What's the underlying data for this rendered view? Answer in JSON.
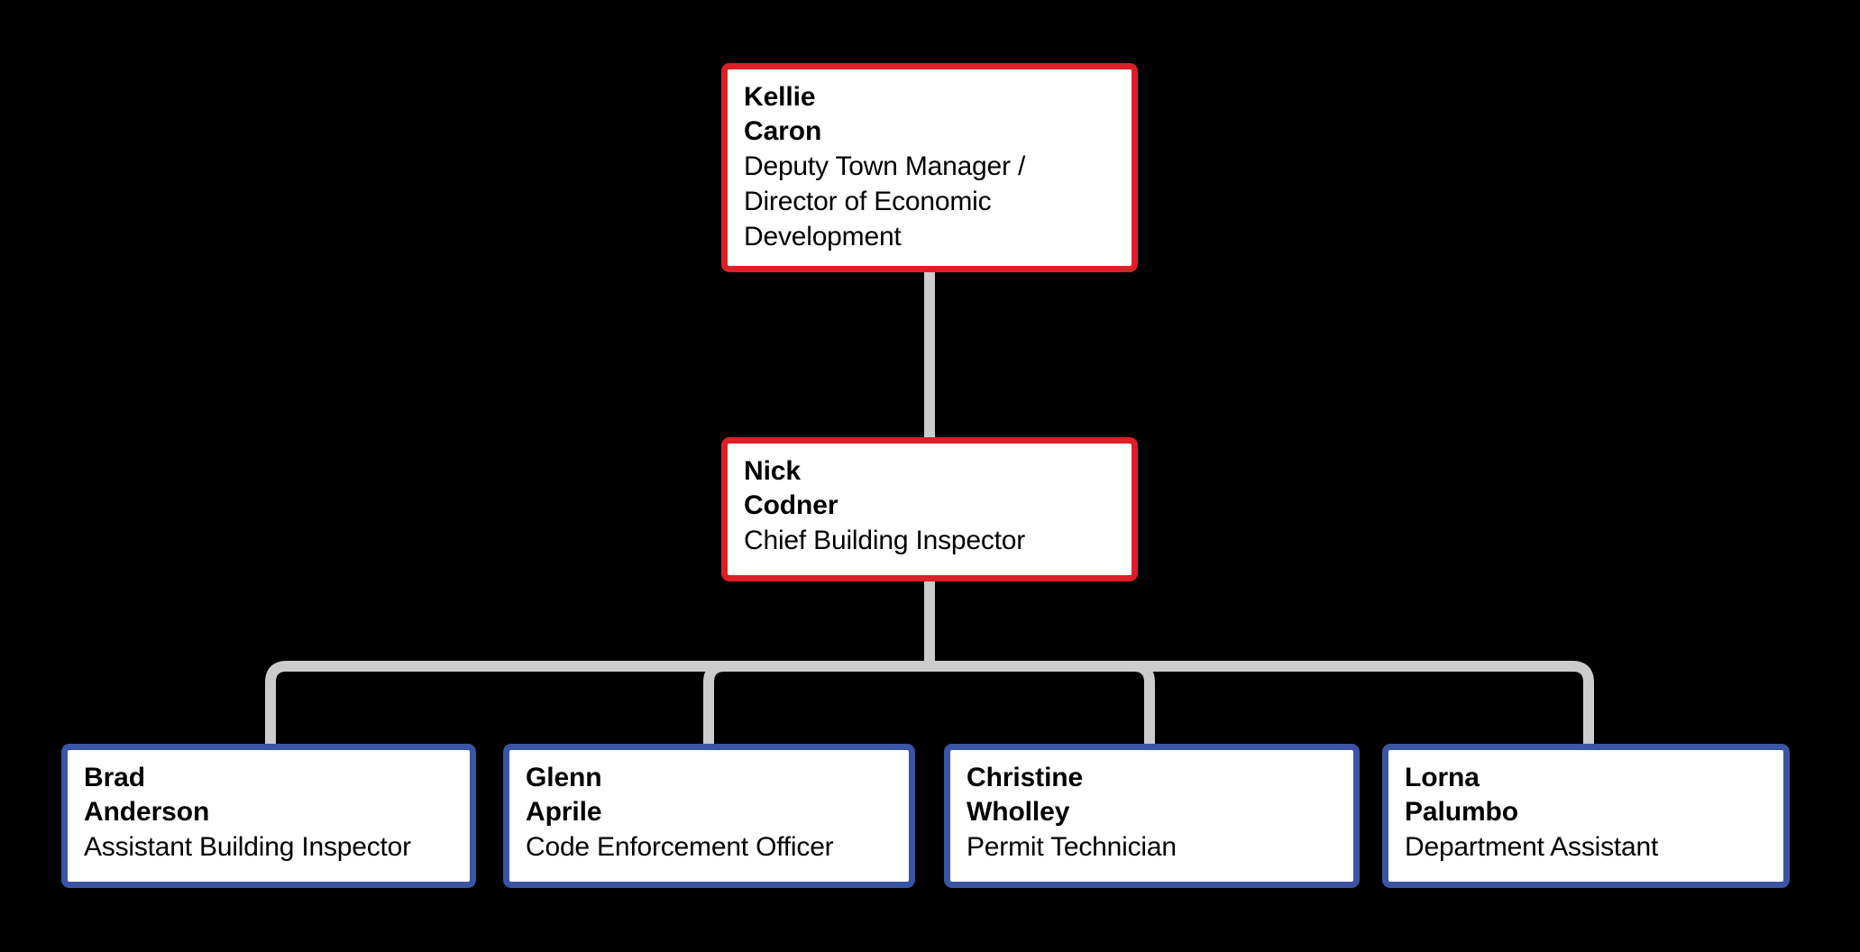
{
  "chart": {
    "type": "org-chart",
    "background_color": "#000000",
    "connector_color": "#cccccc",
    "levels": [
      {
        "level": 1,
        "border_color": "#de1f26",
        "nodes": [
          {
            "id": "kellie-caron",
            "first_name": "Kellie",
            "last_name": "Caron",
            "title": "Deputy Town Manager / Director of Economic Development",
            "title_lines": [
              "Deputy Town Manager /",
              "Director of Economic",
              "Development"
            ]
          }
        ]
      },
      {
        "level": 2,
        "border_color": "#de1f26",
        "nodes": [
          {
            "id": "nick-codner",
            "first_name": "Nick",
            "last_name": "Codner",
            "title": "Chief Building Inspector",
            "title_lines": [
              "Chief Building Inspector"
            ]
          }
        ]
      },
      {
        "level": 3,
        "border_color": "#3b54a4",
        "nodes": [
          {
            "id": "brad-anderson",
            "first_name": "Brad",
            "last_name": "Anderson",
            "title": "Assistant Building Inspector",
            "title_lines": [
              "Assistant Building Inspector"
            ]
          },
          {
            "id": "glenn-aprile",
            "first_name": "Glenn",
            "last_name": "Aprile",
            "title": "Code Enforcement Officer",
            "title_lines": [
              "Code Enforcement Officer"
            ]
          },
          {
            "id": "christine-wholley",
            "first_name": "Christine",
            "last_name": "Wholley",
            "title": "Permit Technician",
            "title_lines": [
              "Permit Technician"
            ]
          },
          {
            "id": "lorna-palumbo",
            "first_name": "Lorna",
            "last_name": "Palumbo",
            "title": "Department Assistant",
            "title_lines": [
              "Department Assistant"
            ]
          }
        ]
      }
    ],
    "relationships": [
      {
        "from": "kellie-caron",
        "to": "nick-codner"
      },
      {
        "from": "nick-codner",
        "to": "brad-anderson"
      },
      {
        "from": "nick-codner",
        "to": "glenn-aprile"
      },
      {
        "from": "nick-codner",
        "to": "christine-wholley"
      },
      {
        "from": "nick-codner",
        "to": "lorna-palumbo"
      }
    ]
  }
}
